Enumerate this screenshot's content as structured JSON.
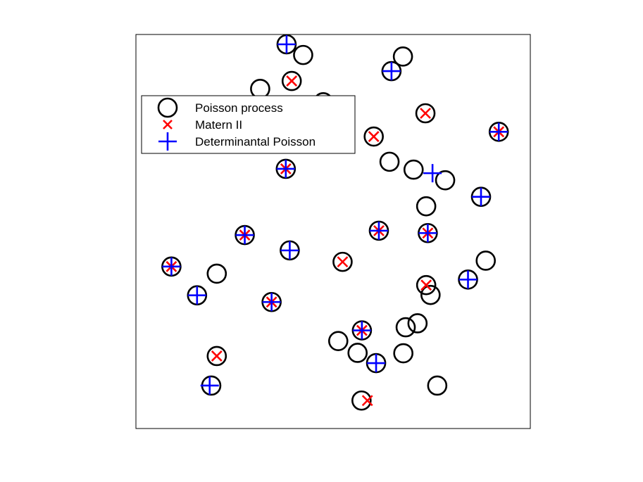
{
  "chart_data": {
    "type": "scatter",
    "title": "",
    "xlabel": "",
    "ylabel": "",
    "xlim": [
      0,
      1
    ],
    "ylim": [
      0,
      1
    ],
    "axes_ticks": false,
    "grid": false,
    "legend": {
      "placement": "upper-left",
      "entries": [
        {
          "name": "Poisson process",
          "marker": "circle",
          "color": "#000000"
        },
        {
          "name": "Matern II",
          "marker": "x",
          "color": "#ff0000"
        },
        {
          "name": "Determinantal Poisson",
          "marker": "plus",
          "color": "#0000ff"
        }
      ]
    },
    "series": [
      {
        "name": "Poisson process",
        "marker": "circle",
        "color": "#000000",
        "points": [
          [
            0.382,
            0.975
          ],
          [
            0.424,
            0.948
          ],
          [
            0.677,
            0.944
          ],
          [
            0.648,
            0.907
          ],
          [
            0.315,
            0.862
          ],
          [
            0.395,
            0.882
          ],
          [
            0.475,
            0.828
          ],
          [
            0.734,
            0.8
          ],
          [
            0.92,
            0.753
          ],
          [
            0.603,
            0.741
          ],
          [
            0.643,
            0.677
          ],
          [
            0.704,
            0.657
          ],
          [
            0.784,
            0.63
          ],
          [
            0.736,
            0.564
          ],
          [
            0.38,
            0.659
          ],
          [
            0.875,
            0.588
          ],
          [
            0.616,
            0.502
          ],
          [
            0.74,
            0.496
          ],
          [
            0.276,
            0.491
          ],
          [
            0.205,
            0.393
          ],
          [
            0.39,
            0.452
          ],
          [
            0.524,
            0.423
          ],
          [
            0.887,
            0.426
          ],
          [
            0.842,
            0.378
          ],
          [
            0.736,
            0.364
          ],
          [
            0.09,
            0.411
          ],
          [
            0.155,
            0.338
          ],
          [
            0.344,
            0.321
          ],
          [
            0.573,
            0.249
          ],
          [
            0.747,
            0.339
          ],
          [
            0.714,
            0.267
          ],
          [
            0.684,
            0.257
          ],
          [
            0.513,
            0.222
          ],
          [
            0.562,
            0.192
          ],
          [
            0.678,
            0.191
          ],
          [
            0.205,
            0.184
          ],
          [
            0.609,
            0.166
          ],
          [
            0.191,
            0.109
          ],
          [
            0.572,
            0.071
          ],
          [
            0.764,
            0.109
          ]
        ]
      },
      {
        "name": "Matern II",
        "marker": "x",
        "color": "#ff0000",
        "points": [
          [
            0.395,
            0.882
          ],
          [
            0.734,
            0.8
          ],
          [
            0.603,
            0.741
          ],
          [
            0.92,
            0.753
          ],
          [
            0.38,
            0.659
          ],
          [
            0.616,
            0.502
          ],
          [
            0.74,
            0.496
          ],
          [
            0.276,
            0.491
          ],
          [
            0.524,
            0.423
          ],
          [
            0.09,
            0.411
          ],
          [
            0.736,
            0.364
          ],
          [
            0.344,
            0.321
          ],
          [
            0.573,
            0.249
          ],
          [
            0.205,
            0.184
          ],
          [
            0.587,
            0.071
          ]
        ]
      },
      {
        "name": "Determinantal Poisson",
        "marker": "plus",
        "color": "#0000ff",
        "points": [
          [
            0.382,
            0.975
          ],
          [
            0.648,
            0.907
          ],
          [
            0.92,
            0.753
          ],
          [
            0.38,
            0.659
          ],
          [
            0.752,
            0.648
          ],
          [
            0.875,
            0.588
          ],
          [
            0.616,
            0.502
          ],
          [
            0.74,
            0.496
          ],
          [
            0.276,
            0.491
          ],
          [
            0.39,
            0.452
          ],
          [
            0.09,
            0.411
          ],
          [
            0.842,
            0.378
          ],
          [
            0.155,
            0.338
          ],
          [
            0.344,
            0.321
          ],
          [
            0.573,
            0.249
          ],
          [
            0.609,
            0.166
          ],
          [
            0.187,
            0.109
          ]
        ]
      }
    ]
  }
}
